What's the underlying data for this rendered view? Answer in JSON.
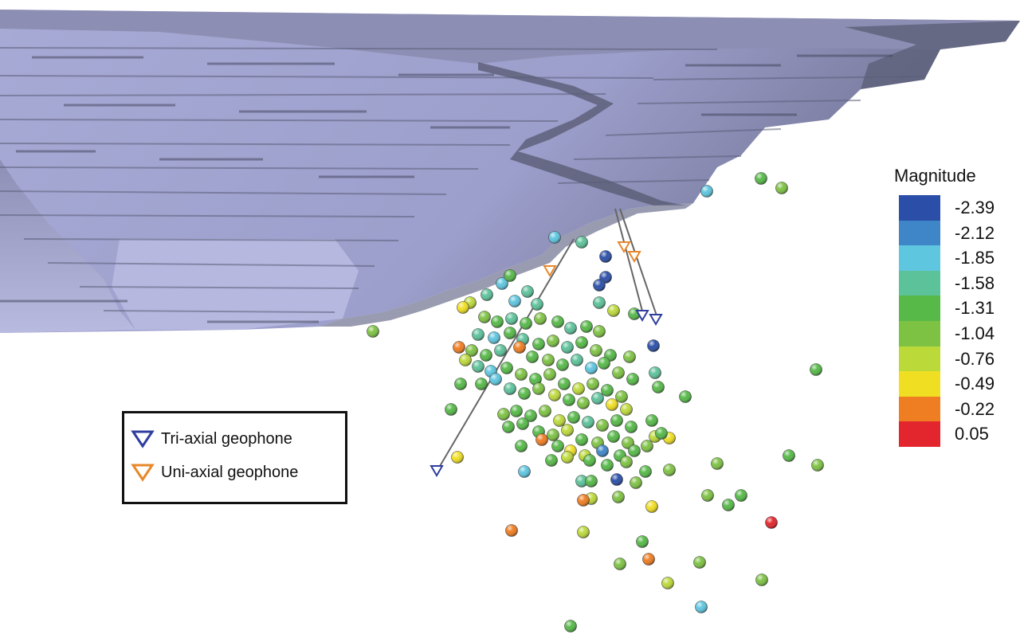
{
  "legend": {
    "tri_label": "Tri-axial geophone",
    "uni_label": "Uni-axial geophone",
    "tri_color": "#2f3e9e",
    "uni_color": "#e8872a"
  },
  "colorbar": {
    "title": "Magnitude",
    "levels": [
      {
        "label": "-2.39",
        "color": "#2b4fa8"
      },
      {
        "label": "-2.12",
        "color": "#3f86c8"
      },
      {
        "label": "-1.85",
        "color": "#5ec6df"
      },
      {
        "label": "-1.58",
        "color": "#5cc29a"
      },
      {
        "label": "-1.31",
        "color": "#56b948"
      },
      {
        "label": "-1.04",
        "color": "#7ec243"
      },
      {
        "label": "-0.76",
        "color": "#bcd93a"
      },
      {
        "label": "-0.49",
        "color": "#f0de23"
      },
      {
        "label": "-0.22",
        "color": "#ef7d22"
      },
      {
        "label": "0.05",
        "color": "#e3262d"
      }
    ]
  },
  "colors": {
    "excavation_surface": "#a9abd6",
    "excavation_shadow": "#55586f",
    "borehole_line": "#666666"
  }
}
